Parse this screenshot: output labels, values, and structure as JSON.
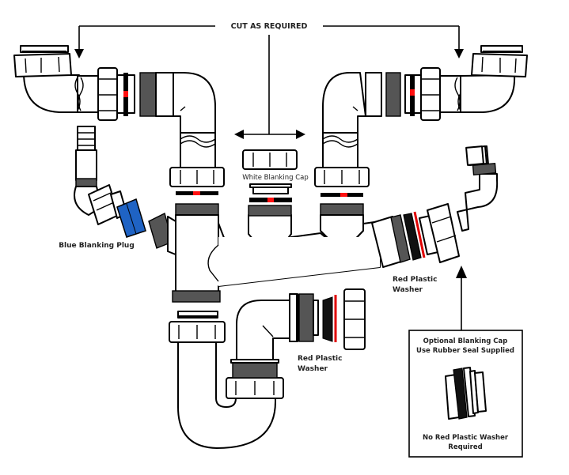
{
  "title": "Double sink waste trap assembly diagram",
  "labels": {
    "cut_as_required": "CUT AS REQUIRED",
    "white_blanking_cap": "White Blanking Cap",
    "blue_blanking_plug": "Blue Blanking Plug",
    "red_plastic_washer_right": [
      "Red Plastic",
      "Washer"
    ],
    "red_plastic_washer_bottom": [
      "Red Plastic",
      "Washer"
    ],
    "optional_box": {
      "title_line1": "Optional Blanking Cap",
      "title_line2": "Use Rubber Seal Supplied",
      "footer_line1": "No Red Plastic Washer",
      "footer_line2": "Required"
    }
  },
  "colors": {
    "line": "#000000",
    "washer_red": "#ff1010",
    "blue_plug": "#1f63c4",
    "thread": "#555555",
    "background": "#ffffff"
  }
}
